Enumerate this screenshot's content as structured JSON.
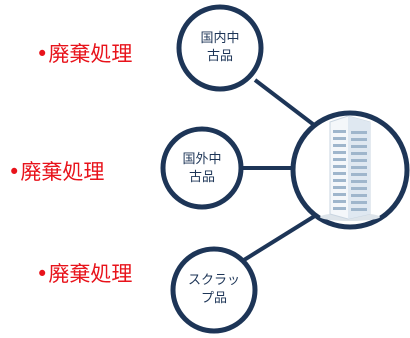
{
  "labels": [
    "•廃棄処理",
    "•廃棄処理",
    "•廃棄処理"
  ],
  "nodes": [
    {
      "line1": "国内中",
      "line2": "古品"
    },
    {
      "line1": "国外中",
      "line2": "古品"
    },
    {
      "line1": "スクラッ",
      "line2": "プ品"
    }
  ],
  "center_icon": "server-building-icon",
  "colors": {
    "label": "#e8131b",
    "circle_stroke": "#1d3557",
    "connector": "#1d3557",
    "node_text": "#1d3557",
    "building_light": "#e6eef6",
    "building_stripe": "#9fb6cc"
  }
}
